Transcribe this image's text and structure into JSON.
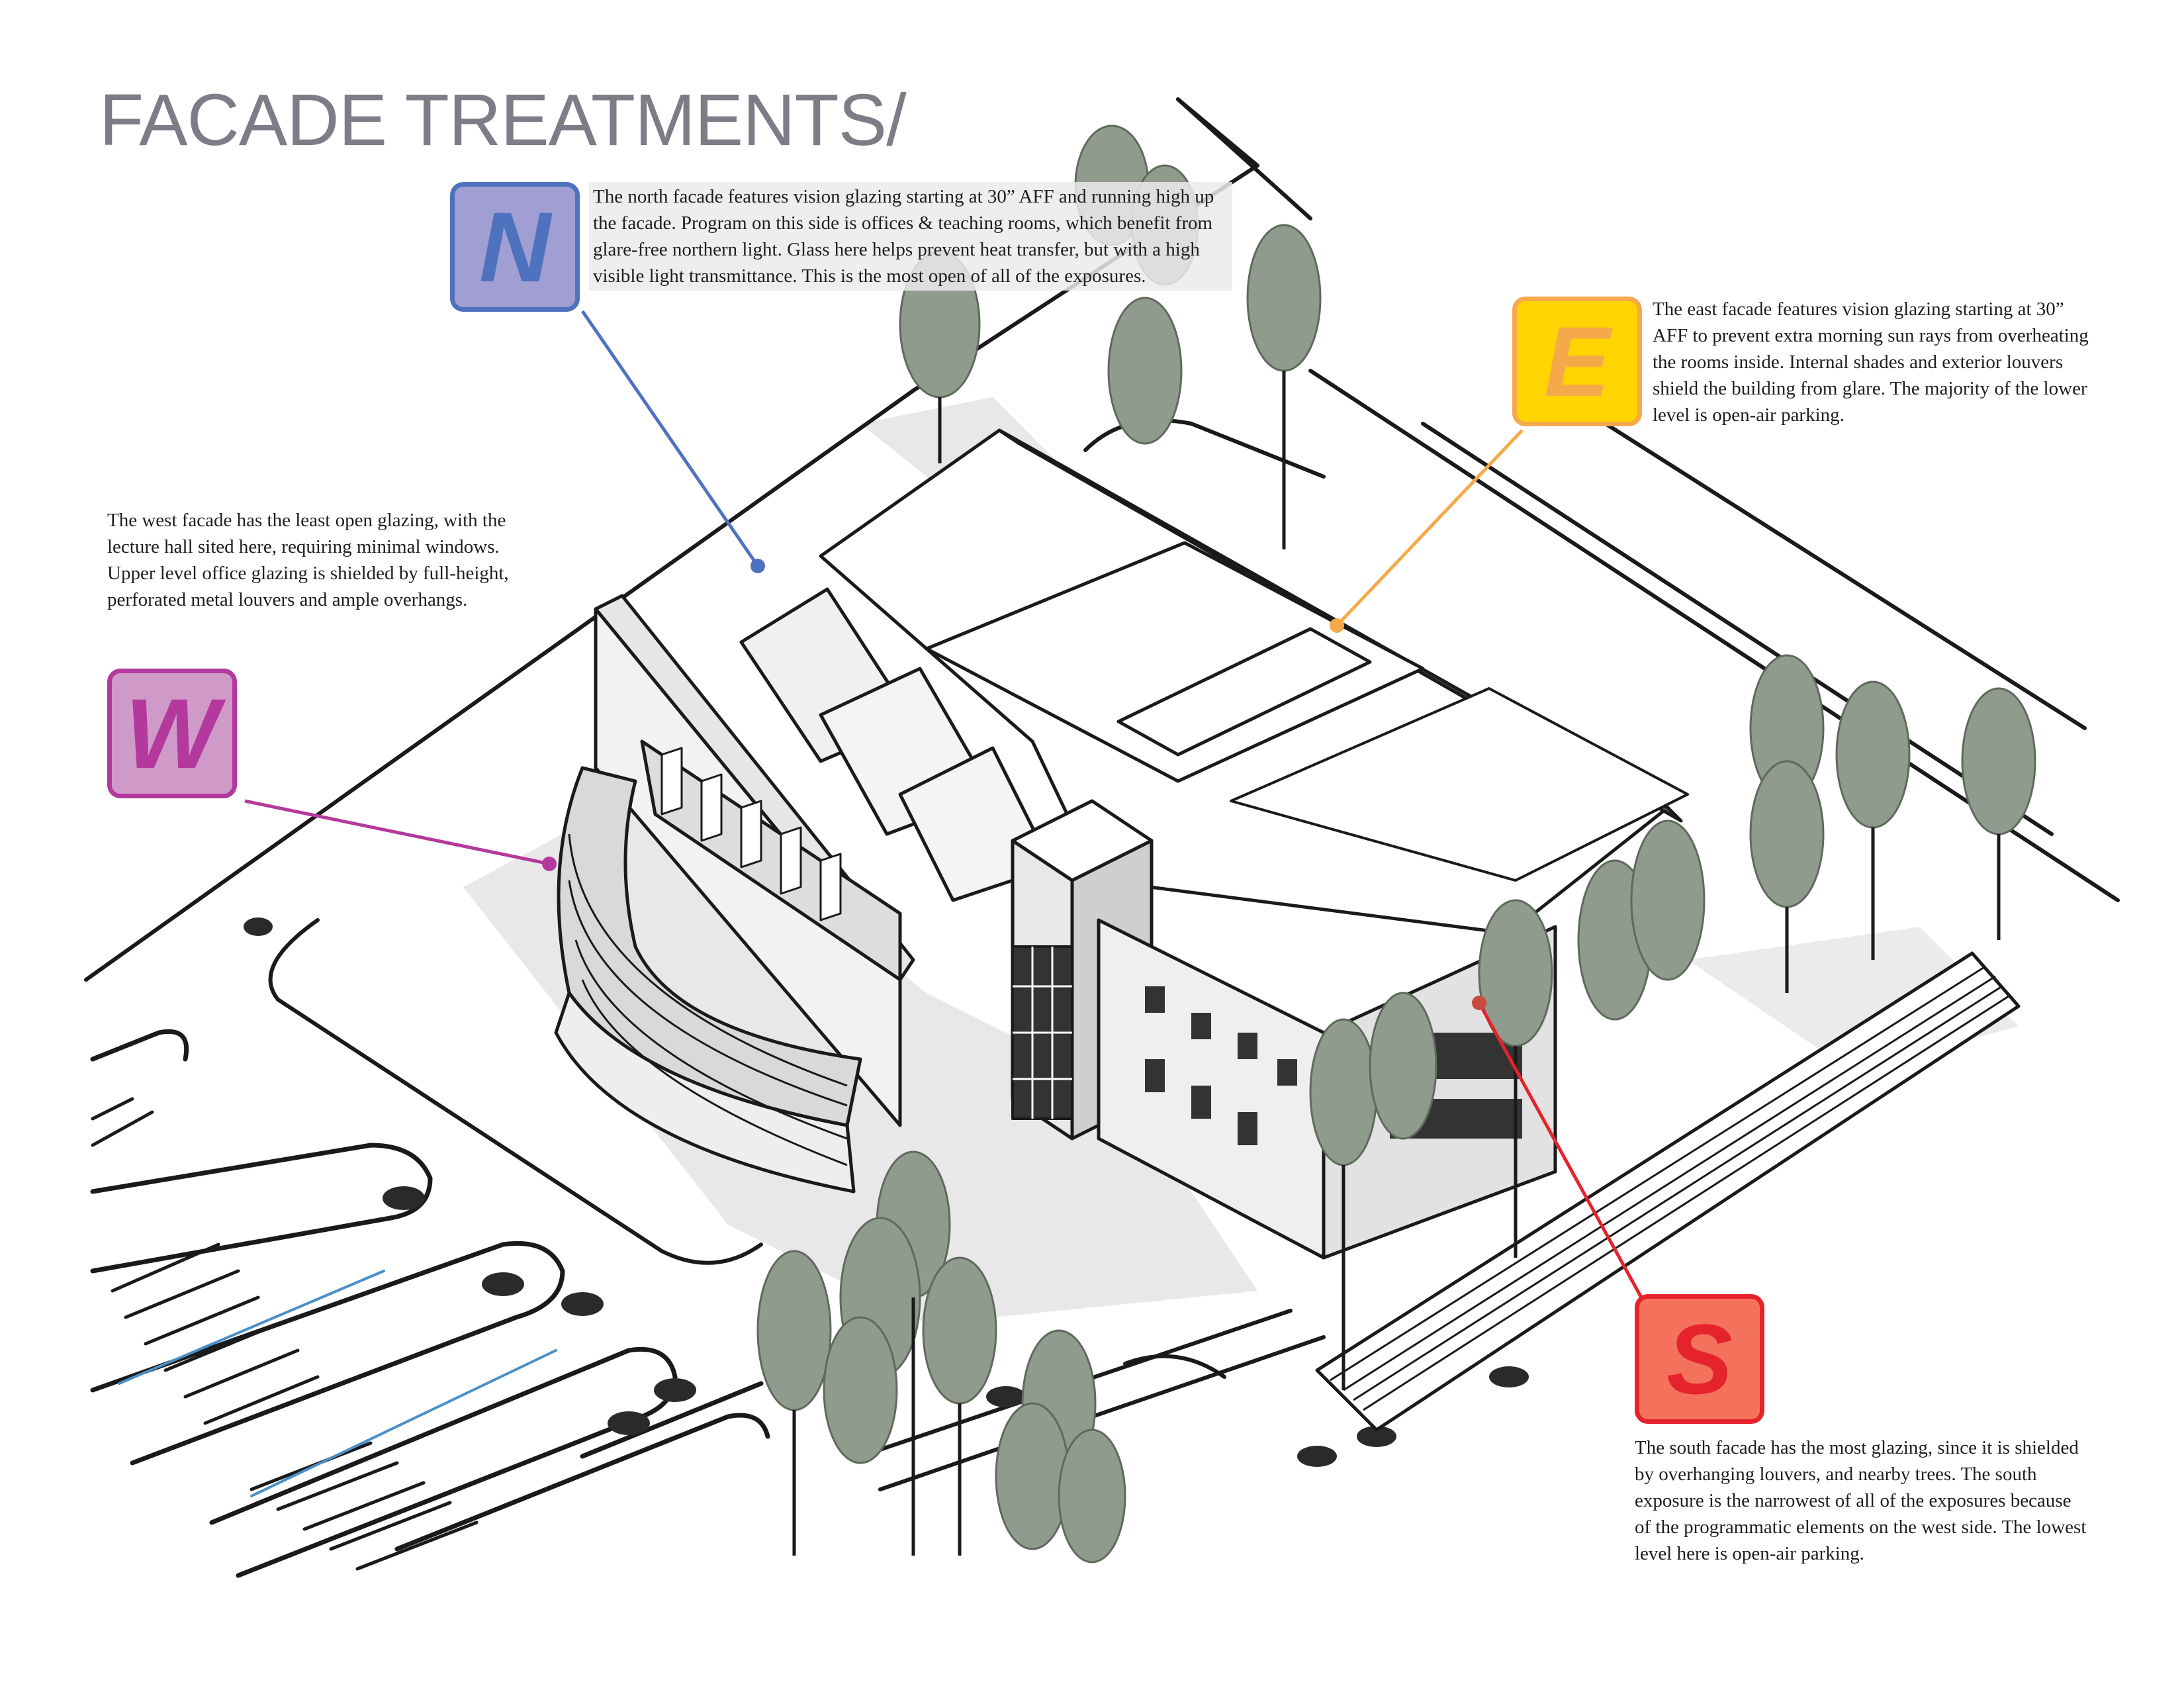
{
  "title": "FACADE TREATMENTS/",
  "badges": {
    "north": {
      "letter": "N",
      "fill": "#a09ed2",
      "border": "#4f72bf",
      "text": "#4f72bf"
    },
    "east": {
      "letter": "E",
      "fill": "#ffd400",
      "border": "#f6a94a",
      "text": "#f6a94a"
    },
    "west": {
      "letter": "W",
      "fill": "#cf9ac8",
      "border": "#b3399c",
      "text": "#b3399c"
    },
    "south": {
      "letter": "S",
      "fill": "#f4715b",
      "border": "#e5232c",
      "text": "#e5232c"
    }
  },
  "notes": {
    "north": "The north facade features vision glazing starting at 30” AFF and running high up the facade. Program on this side is offices & teaching rooms, which benefit from glare-free northern light. Glass here helps prevent heat transfer, but with a high visible light transmittance. This is the most open of all of the exposures.",
    "east": "The east facade features vision glazing starting at 30” AFF to prevent extra morning sun rays from overheating the rooms inside. Internal shades and exterior louvers shield the building from glare. The majority of the lower level is open-air parking.",
    "west": "The west facade has the least open glazing, with the lecture hall sited here, requiring minimal windows. Upper level office glazing is shielded by full-height, perforated metal louvers and ample overhangs.",
    "south": "The south facade has the most glazing, since it is shielded by overhanging louvers, and nearby trees. The south exposure is the narrowest of all of the exposures because  of the programmatic elements on the west side. The lowest level here is open-air parking."
  },
  "colors": {
    "title": "#7d7d87",
    "linework": "#1a1a1a",
    "tree": "#8f9b8c",
    "shadow": "#dcdcdc"
  }
}
